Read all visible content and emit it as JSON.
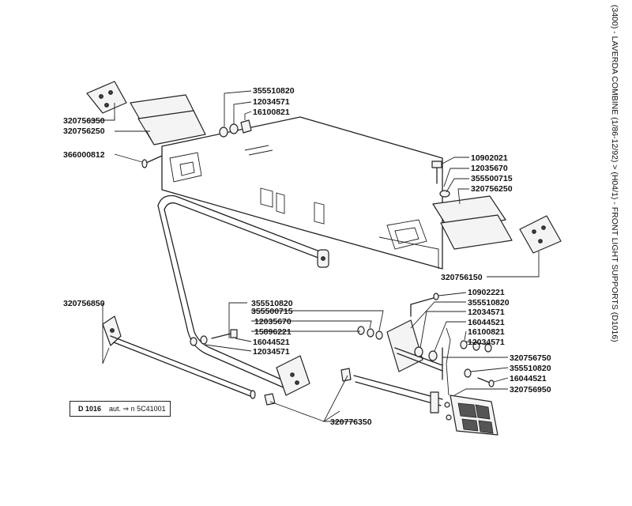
{
  "title": "(3400) - LAVERDA COMBINE (1/86-12/92) > (H04/1) - FRONT LIGHT SUPPORTS (D1016)",
  "reference": {
    "code": "D 1016",
    "note": "aut. ⇒ n 5C41001"
  },
  "part_numbers": {
    "p1": "355510820",
    "p2": "12034571",
    "p3": "16100821",
    "p4": "320756350",
    "p5": "320756250",
    "p6": "366000812",
    "p7": "10902021",
    "p8": "12035670",
    "p9": "355500715",
    "p10": "320756250",
    "p11": "320756150",
    "p12": "320756850",
    "p13": "355510820",
    "p14": "355500715",
    "p15": "12035670",
    "p16": "15896221",
    "p17": "16044521",
    "p18": "12034571",
    "p19": "10902221",
    "p20": "355510820",
    "p21": "12034571",
    "p22": "16044521",
    "p23": "16100821",
    "p24": "12034571",
    "p25": "320756750",
    "p26": "355510820",
    "p27": "16044521",
    "p28": "320756950",
    "p29": "320776350"
  },
  "icons": [
    "bolt-icon",
    "washer-icon",
    "nut-icon",
    "bracket-icon",
    "light-icon",
    "frame-icon"
  ]
}
